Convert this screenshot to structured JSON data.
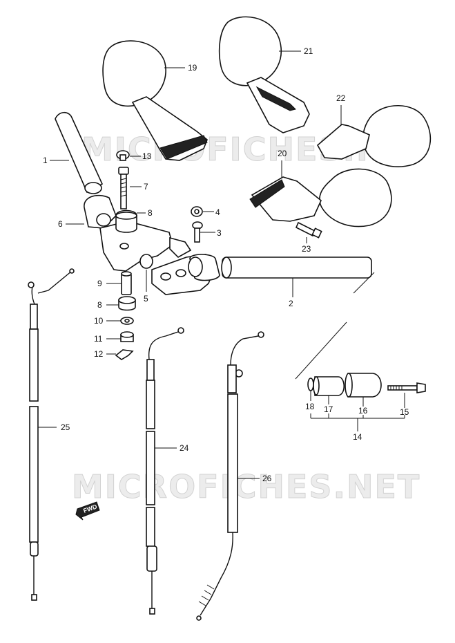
{
  "diagram": {
    "watermarks": [
      "MICROFICHES.NET",
      "MICROFICHES.NET"
    ],
    "fwd_label": "FWD",
    "callouts": {
      "c1": "1",
      "c2": "2",
      "c3": "3",
      "c4": "4",
      "c5": "5",
      "c6": "6",
      "c7": "7",
      "c8a": "8",
      "c8b": "8",
      "c9": "9",
      "c10": "10",
      "c11": "11",
      "c12": "12",
      "c13": "13",
      "c14": "14",
      "c15": "15",
      "c16": "16",
      "c17": "17",
      "c18": "18",
      "c19": "19",
      "c20": "20",
      "c21": "21",
      "c22": "22",
      "c23": "23",
      "c24": "24",
      "c25": "25",
      "c26": "26"
    }
  }
}
